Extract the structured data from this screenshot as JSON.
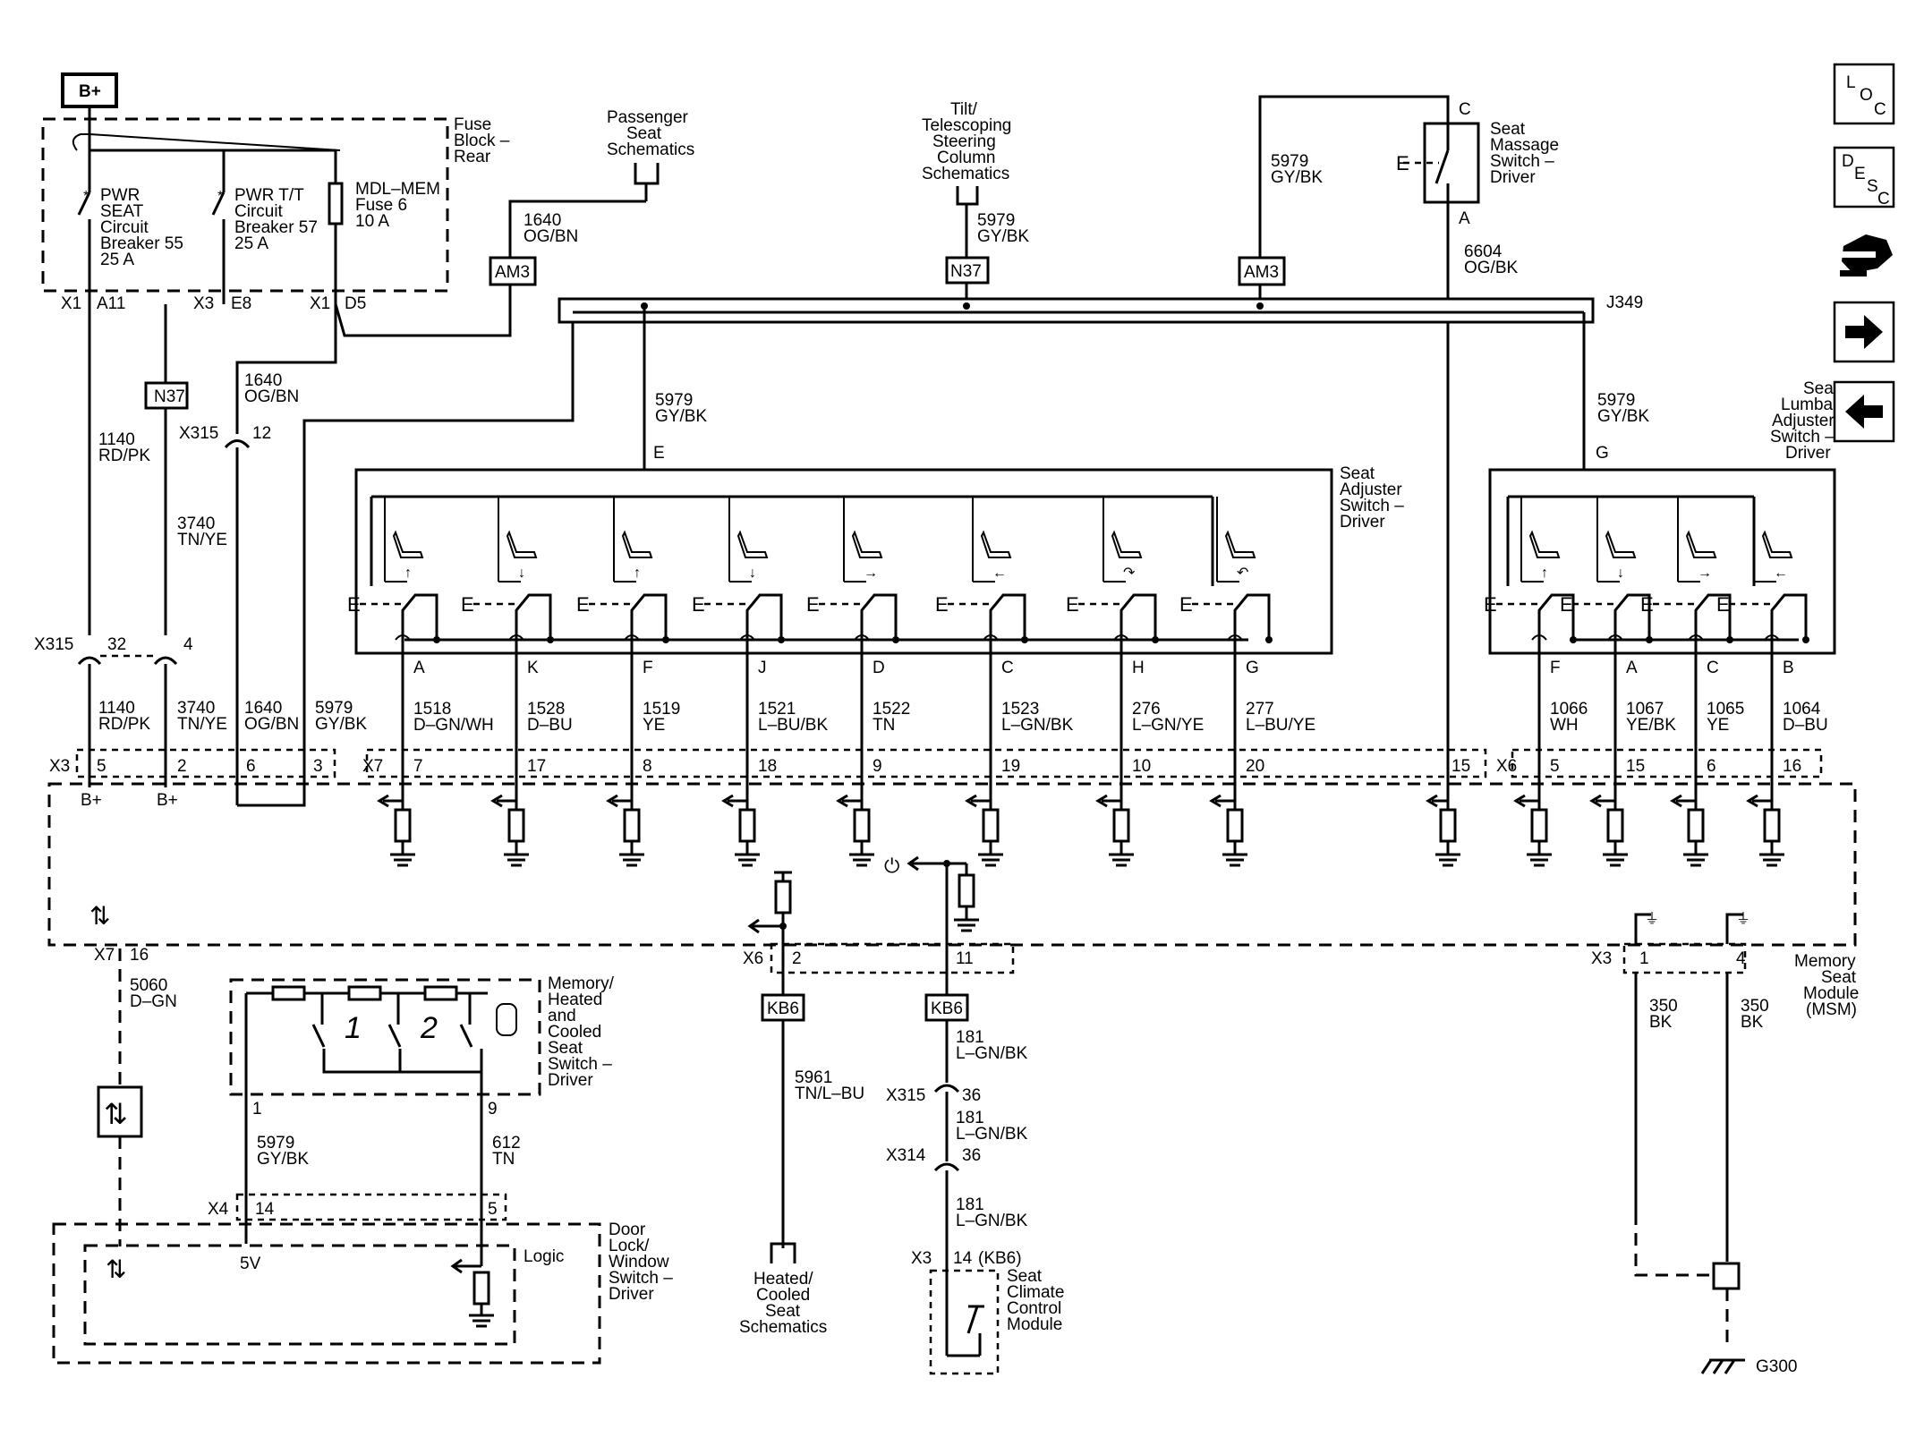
{
  "power": {
    "bplus": "B+"
  },
  "fuse_block": {
    "title": [
      "Fuse",
      "Block –",
      "Rear"
    ],
    "cb55": [
      "PWR",
      "SEAT",
      "Circuit",
      "Breaker 55",
      "25 A"
    ],
    "cb57": [
      "PWR T/T",
      "Circuit",
      "Breaker 57",
      "25 A"
    ],
    "fuse6": [
      "MDL–MEM",
      "Fuse 6",
      "10 A"
    ],
    "pins": {
      "x1a": "X1",
      "a11": "A11",
      "x3": "X3",
      "e8": "E8",
      "x1b": "X1",
      "d5": "D5"
    }
  },
  "refs": {
    "passenger": [
      "Passenger",
      "Seat",
      "Schematics"
    ],
    "steering": [
      "Tilt/",
      "Telescoping",
      "Steering",
      "Column",
      "Schematics"
    ],
    "heated": [
      "Heated/",
      "Cooled",
      "Seat",
      "Schematics"
    ]
  },
  "splices": {
    "am3": "AM3",
    "n37": "N37",
    "kb6": "KB6",
    "j349": "J349"
  },
  "wires": {
    "w1640_top": [
      "1640",
      "OG/BN"
    ],
    "w5979_top": [
      "5979",
      "GY/BK"
    ],
    "w5979_am3": [
      "5979",
      "GY/BK"
    ],
    "w6604": [
      "6604",
      "OG/BK"
    ],
    "w1640_left": [
      "1640",
      "OG/BN"
    ],
    "w1140": [
      "1140",
      "RD/PK"
    ],
    "w3740": [
      "3740",
      "TN/YE"
    ],
    "w5979_e": [
      "5979",
      "GY/BK"
    ],
    "w5979_g": [
      "5979",
      "GY/BK"
    ],
    "x315_12": [
      "X315",
      "12"
    ],
    "x315_32": [
      "X315",
      "32",
      "4"
    ]
  },
  "massage": {
    "label": [
      "Seat",
      "Massage",
      "Switch –",
      "Driver"
    ],
    "pin_c": "C",
    "pin_a": "A"
  },
  "adjuster": {
    "label": [
      "Seat",
      "Adjuster",
      "Switch –",
      "Driver"
    ],
    "pin_e": "E",
    "pins": [
      "A",
      "K",
      "F",
      "J",
      "D",
      "C",
      "H",
      "G"
    ],
    "circuits": [
      [
        "1518",
        "D–GN/WH"
      ],
      [
        "1528",
        "D–BU"
      ],
      [
        "1519",
        "YE"
      ],
      [
        "1521",
        "L–BU/BK"
      ],
      [
        "1522",
        "TN"
      ],
      [
        "1523",
        "L–GN/BK"
      ],
      [
        "276",
        "L–GN/YE"
      ],
      [
        "277",
        "L–BU/YE"
      ]
    ],
    "module_pins": [
      "7",
      "17",
      "8",
      "18",
      "9",
      "19",
      "10",
      "20"
    ]
  },
  "lumbar": {
    "label": [
      "Seat",
      "Lumbar",
      "Adjuster",
      "Switch –",
      "Driver"
    ],
    "pin_g": "G",
    "pins": [
      "F",
      "A",
      "C",
      "B"
    ],
    "circuits": [
      [
        "1066",
        "WH"
      ],
      [
        "1067",
        "YE/BK"
      ],
      [
        "1065",
        "YE"
      ],
      [
        "1064",
        "D–BU"
      ]
    ],
    "module_pins": [
      "5",
      "15",
      "6",
      "16"
    ]
  },
  "x3_top": {
    "conn": "X3",
    "pins": [
      "5",
      "2",
      "6",
      "3"
    ],
    "bplus": [
      "B+",
      "B+"
    ],
    "circuits": [
      [
        "1140",
        "RD/PK"
      ],
      [
        "3740",
        "TN/YE"
      ],
      [
        "1640",
        "OG/BN"
      ],
      [
        "5979",
        "GY/BK"
      ]
    ],
    "x7": "X7",
    "x6": "X6",
    "pin15": "15"
  },
  "msm": {
    "label": [
      "Memory",
      "Seat",
      "Module",
      "(MSM)"
    ],
    "x7_16": [
      "X7",
      "16"
    ],
    "x6_pins": [
      "X6",
      "2",
      "11"
    ],
    "x3_pins": [
      "X3",
      "1",
      "4"
    ]
  },
  "lower": {
    "w5060": [
      "5060",
      "D–GN"
    ],
    "memsw": [
      "Memory/",
      "Heated",
      "and",
      "Cooled",
      "Seat",
      "Switch –",
      "Driver"
    ],
    "memsw_pins": [
      "1",
      "9"
    ],
    "w5979": [
      "5979",
      "GY/BK"
    ],
    "w612": [
      "612",
      "TN"
    ],
    "x4": [
      "X4",
      "14",
      "5"
    ],
    "door": [
      "Door",
      "Lock/",
      "Window",
      "Switch –",
      "Driver"
    ],
    "logic": "Logic",
    "v5": "5V",
    "w5961": [
      "5961",
      "TN/L–BU"
    ],
    "w181a": [
      "181",
      "L–GN/BK"
    ],
    "x315": [
      "X315",
      "36"
    ],
    "w181b": [
      "181",
      "L–GN/BK"
    ],
    "x314": [
      "X314",
      "36"
    ],
    "w181c": [
      "181",
      "L–GN/BK"
    ],
    "x3_kb6": [
      "X3",
      "14",
      "(KB6)"
    ],
    "sccm": [
      "Seat",
      "Climate",
      "Control",
      "Module"
    ],
    "w350a": [
      "350",
      "BK"
    ],
    "w350b": [
      "350",
      "BK"
    ],
    "g300": "G300",
    "digits": [
      "1",
      "2"
    ]
  },
  "nav": {
    "loc": [
      "L",
      "O",
      "C"
    ],
    "desc": [
      "D",
      "E",
      "S",
      "C"
    ]
  }
}
